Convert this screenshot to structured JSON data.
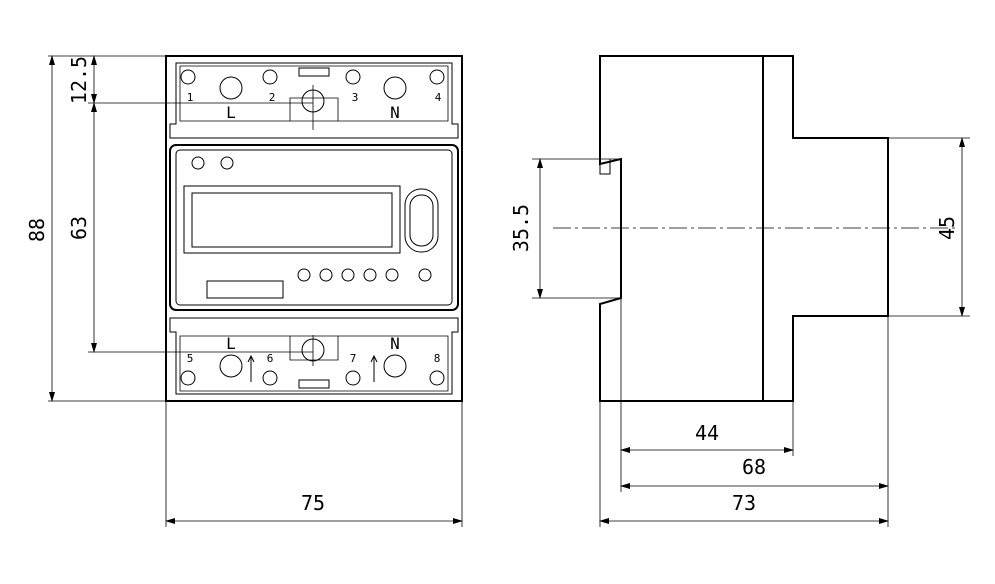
{
  "front_view": {
    "dimensions": {
      "top_offset": "12.5",
      "total_height": "88",
      "terminal_span": "63",
      "width": "75"
    },
    "top_terminals": [
      "1",
      "2",
      "3",
      "4"
    ],
    "bottom_terminals": [
      "5",
      "6",
      "7",
      "8"
    ],
    "top_labels": {
      "line": "L",
      "neutral": "N"
    },
    "bottom_labels": {
      "line": "L",
      "neutral": "N"
    },
    "led_button_count": 6
  },
  "side_view": {
    "dimensions": {
      "rail_height": "35.5",
      "front_height": "45",
      "depth_front": "44",
      "depth_mid": "68",
      "depth_total": "73"
    }
  }
}
